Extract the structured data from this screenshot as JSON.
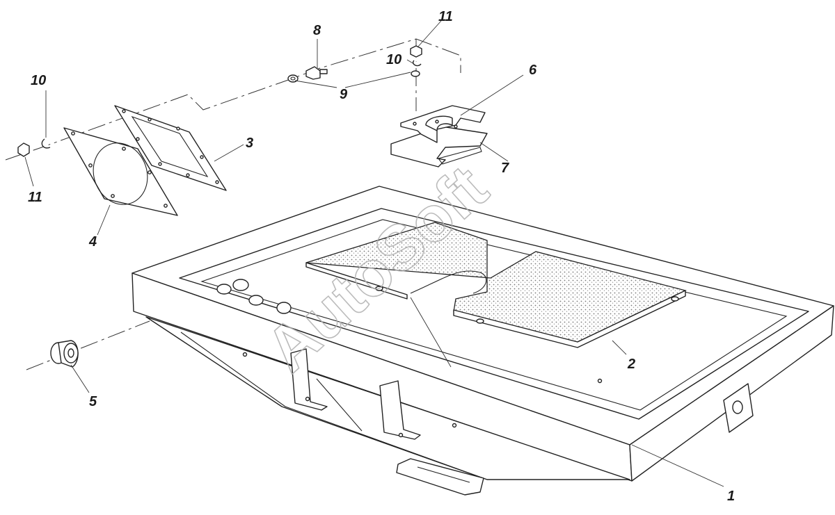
{
  "watermark": "AutoSoft",
  "callouts": {
    "c1": "1",
    "c2": "2",
    "c3": "3",
    "c4": "4",
    "c5": "5",
    "c6": "6",
    "c7": "7",
    "c8": "8",
    "c9": "9",
    "c10a": "10",
    "c10b": "10",
    "c11a": "11",
    "c11b": "11"
  }
}
